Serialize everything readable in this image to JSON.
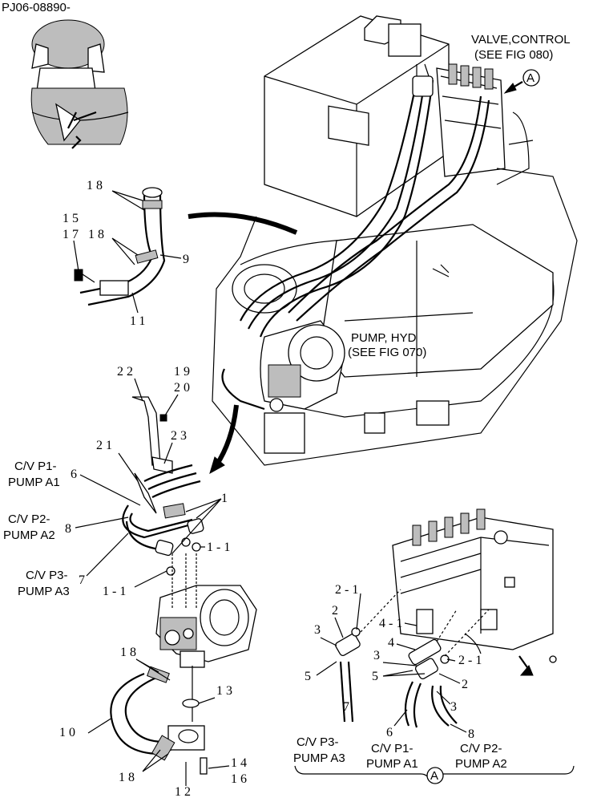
{
  "doc_id": "PJ06-08890-",
  "callouts": {
    "valve_control": [
      "VALVE,CONTROL",
      "(SEE FIG 080)"
    ],
    "pump_hyd": [
      "PUMP, HYD",
      "(SEE FIG 070)"
    ],
    "view_marker": "A"
  },
  "hose_labels_left": [
    [
      "C/V P1-",
      "PUMP A1"
    ],
    [
      "C/V P2-",
      "PUMP A2"
    ],
    [
      "C/V P3-",
      "PUMP A3"
    ]
  ],
  "hose_labels_right": [
    [
      "C/V P3-",
      "PUMP A3"
    ],
    [
      "C/V P1-",
      "PUMP A1"
    ],
    [
      "C/V P2-",
      "PUMP A2"
    ]
  ],
  "part_numbers": {
    "p18a": "18",
    "p15": "15",
    "p17": "17",
    "p18b": "18",
    "p9": "9",
    "p11": "11",
    "p22": "22",
    "p19": "19",
    "p20": "20",
    "p23": "23",
    "p21": "21",
    "p6": "6",
    "p8": "8",
    "p7": "7",
    "p1": "1",
    "p1_1a": "1-1",
    "p1_1b": "1-1",
    "p18c": "18",
    "p13": "13",
    "p10": "10",
    "p18d": "18",
    "p14": "14",
    "p16": "16",
    "p12": "12",
    "r2_1a": "2-1",
    "r2a": "2",
    "r3a": "3",
    "r5a": "5",
    "r7": "7",
    "r4_1": "4-1",
    "r4": "4",
    "r3b": "3",
    "r5b": "5",
    "r2_1b": "2-1",
    "r2b": "2",
    "r3c": "3",
    "r6": "6",
    "r8": "8"
  }
}
